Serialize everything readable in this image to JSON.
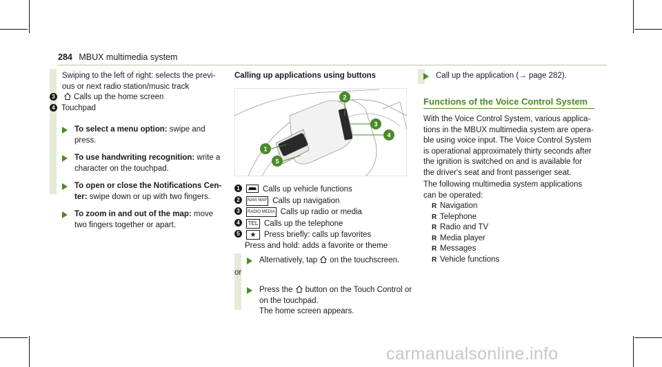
{
  "header": {
    "page_number": "284",
    "title": "MBUX multimedia system"
  },
  "left": {
    "intro": "Swiping to the left of right: selects the previ-ous or next radio station/music track",
    "items": [
      {
        "num": "3",
        "text": "Calls up the home screen"
      },
      {
        "num": "4",
        "text": "Touchpad"
      }
    ],
    "steps": [
      {
        "bold": "To select a menu option:",
        "text": " swipe and press."
      },
      {
        "bold": "To use handwriting recognition:",
        "text": " write a character on the touchpad."
      },
      {
        "bold": "To open or close the Notifications Cen-ter:",
        "text": " swipe down or up with two fingers."
      },
      {
        "bold": "To zoom in and out of the map:",
        "text": " move two fingers together or apart."
      }
    ]
  },
  "middle": {
    "heading": "Calling up applications using buttons",
    "figure_callouts": [
      "1",
      "2",
      "3",
      "4",
      "5"
    ],
    "legend": [
      {
        "num": "1",
        "key": "car-icon",
        "text": "Calls up vehicle functions"
      },
      {
        "num": "2",
        "key": "NAVI MAP",
        "text": "Calls up navigation"
      },
      {
        "num": "3",
        "key": "RADIO MEDIA",
        "text": "Calls up radio or media"
      },
      {
        "num": "4",
        "key": "TEL",
        "text": "Calls up the telephone"
      },
      {
        "num": "5",
        "key": "★",
        "text": "Press briefly: calls up favorites",
        "text2": "Press and hold: adds a favorite or theme"
      }
    ],
    "alt_step_a": "Alternatively, tap",
    "alt_step_b": "on the touchscreen.",
    "or": "or",
    "press_a": "Press the",
    "press_b": "button on the Touch Control or on the touchpad.",
    "press_c": "The home screen appears."
  },
  "right": {
    "step": "Call up the application (→ page 282).",
    "heading": "Functions of the Voice Control System",
    "para1": "With the Voice Control System, various applica-tions in the MBUX multimedia system are opera-ble using voice input. The Voice Control System is operational approximately thirty seconds after the ignition is switched on and is available for the driver's seat and front passenger seat.",
    "para2": "The following multimedia system applications can be operated:",
    "bullets": [
      "Navigation",
      "Telephone",
      "Radio and TV",
      "Media player",
      "Messages",
      "Vehicle functions"
    ]
  },
  "watermark": "carmanualsonline.info",
  "colors": {
    "accent": "#4a8a2a",
    "bar": "#e5ebd6"
  }
}
